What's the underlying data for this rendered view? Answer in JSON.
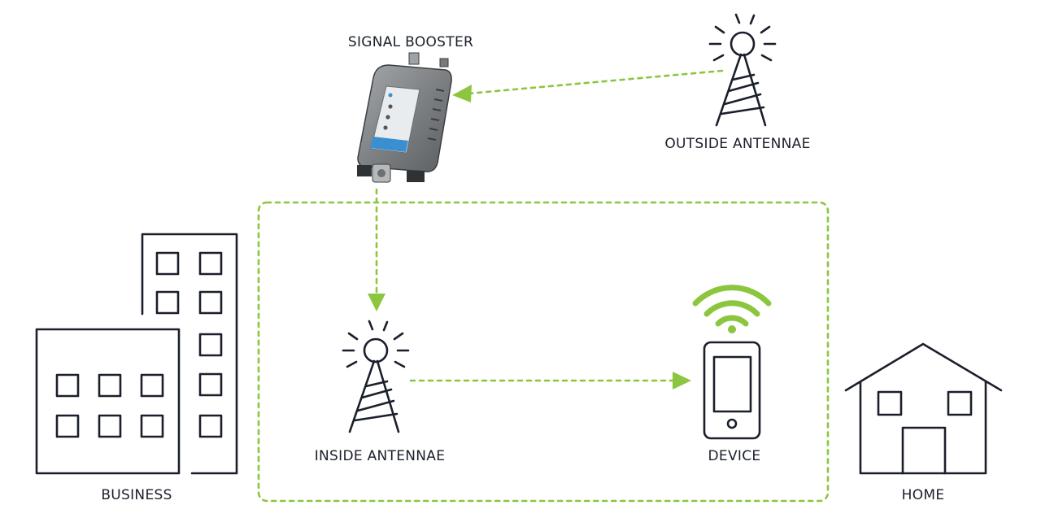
{
  "labels": {
    "signal_booster": "SIGNAL BOOSTER",
    "outside_antennae": "OUTSIDE ANTENNAE",
    "inside_antennae": "INSIDE ANTENNAE",
    "device": "DEVICE",
    "business": "BUSINESS",
    "home": "HOME"
  },
  "icons": {
    "booster": "signal-booster-icon",
    "outside_tower": "antenna-tower-icon",
    "inside_tower": "antenna-tower-icon",
    "device": "smartphone-icon",
    "wifi": "wifi-icon",
    "business": "office-building-icon",
    "home": "house-icon"
  },
  "colors": {
    "line": "#1a1f2b",
    "accent": "#8cc63f",
    "booster_body": "#7d8184",
    "booster_panel": "#e9ecee",
    "booster_strip": "#3a8fd0"
  }
}
